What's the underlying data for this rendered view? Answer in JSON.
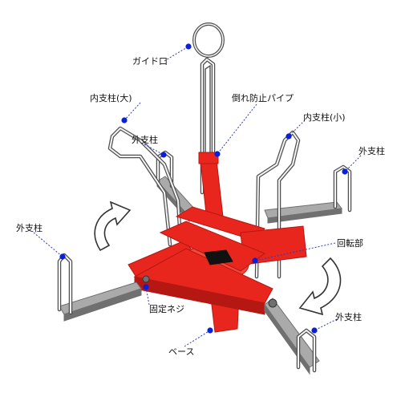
{
  "colors": {
    "red": "#e8261e",
    "red_dark": "#b51812",
    "red_light": "#f04a3a",
    "steel": "#a9aaa9",
    "steel_dark": "#6f706f",
    "wire": "#505050",
    "wire_light": "#f4f4f4",
    "leader": "#2a3cc7",
    "dot": "#0b1fd8",
    "arrow_fill": "#ffffff",
    "arrow_stroke": "#333333"
  },
  "labels": {
    "guide_ring": "ガイド口",
    "inner_post_large": "内支柱(大)",
    "anti_tip_pipe": "倒れ防止パイプ",
    "inner_post_small": "内支柱(小)",
    "outer_post_upper_left": "外支柱",
    "outer_post_upper_right": "外支柱",
    "outer_post_left": "外支柱",
    "outer_post_lower_right": "外支柱",
    "rotating_part": "回転部",
    "fixing_screw": "固定ネジ",
    "base": "ベース"
  }
}
